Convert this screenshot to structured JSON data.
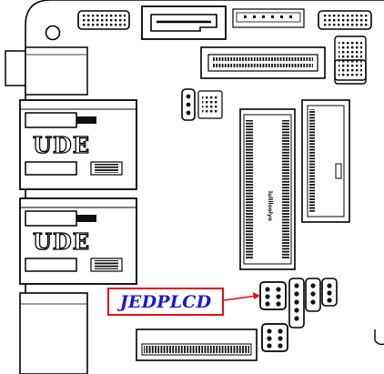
{
  "callout": {
    "label": "JEDPLCD",
    "border_color": "#e01010",
    "text_color": "#1a1acc"
  },
  "lan_ports": [
    {
      "text": "UDE"
    },
    {
      "text": "UDE"
    }
  ],
  "slot_text": "lulllloolyo"
}
